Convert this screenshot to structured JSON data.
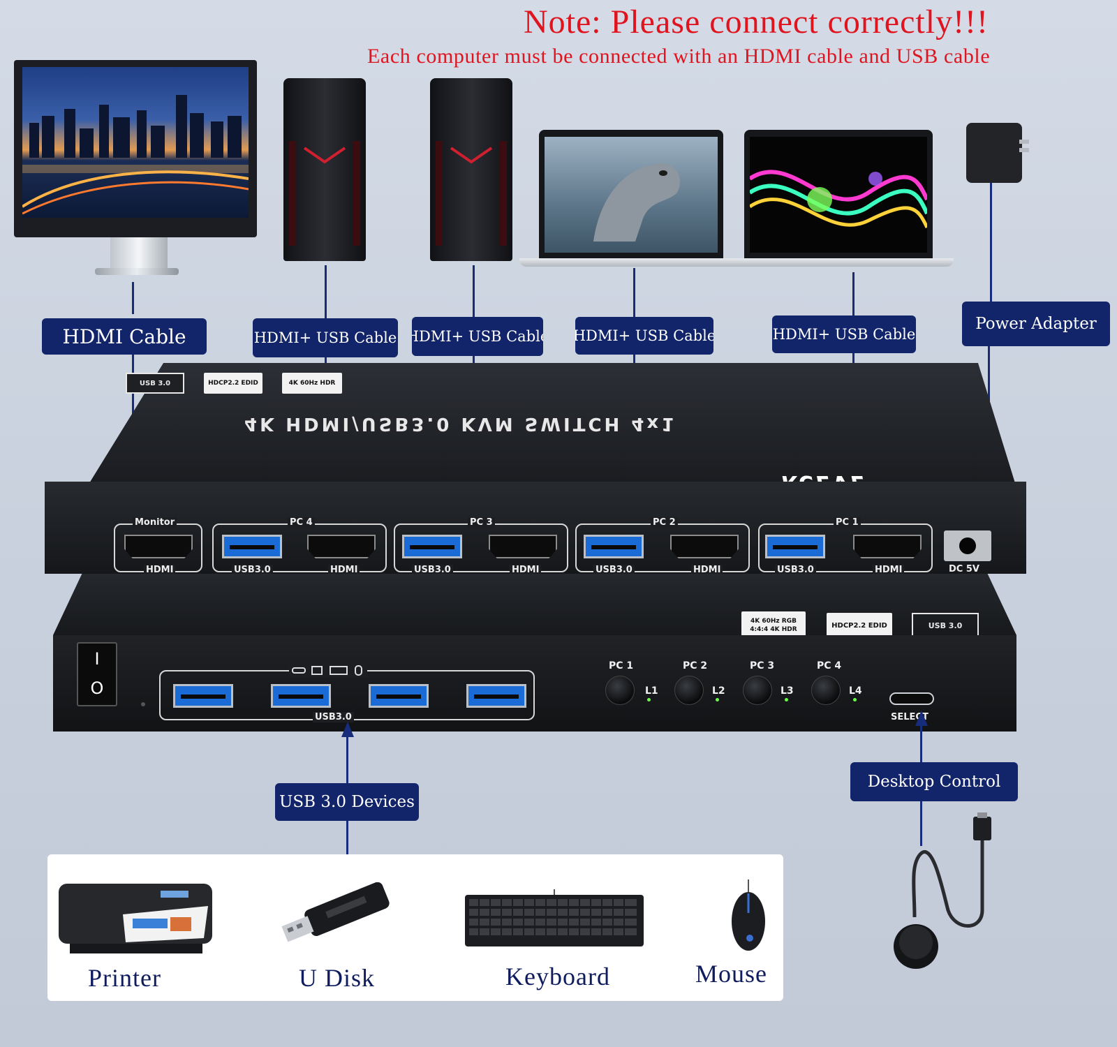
{
  "header": {
    "title": "Note: Please connect correctly!!!",
    "subtitle": "Each computer must be connected with an HDMI cable and USB cable"
  },
  "labels": {
    "hdmi_cable": "HDMI Cable",
    "pc4_cable": "HDMI+ USB Cable",
    "pc3_cable": "HDMI+ USB Cable",
    "pc2_cable": "HDMI+ USB Cable",
    "pc1_cable": "HDMI+ USB Cable",
    "power_adapter": "Power Adapter",
    "usb_devices": "USB 3.0 Devices",
    "desktop_control": "Desktop Control"
  },
  "device": {
    "title": "4K HDMI/USB3.0 KVM SWITCH 4x1",
    "brand": "KCEVE",
    "top_badges": [
      "USB 3.0",
      "HDCP2.2 EDID",
      "4K 60Hz HDR"
    ],
    "back_ports": {
      "monitor_title": "Monitor",
      "monitor_port": "HDMI",
      "groups": [
        {
          "title": "PC 4",
          "usb": "USB3.0",
          "hdmi": "HDMI"
        },
        {
          "title": "PC 3",
          "usb": "USB3.0",
          "hdmi": "HDMI"
        },
        {
          "title": "PC 2",
          "usb": "USB3.0",
          "hdmi": "HDMI"
        },
        {
          "title": "PC 1",
          "usb": "USB3.0",
          "hdmi": "HDMI"
        }
      ],
      "dc": "DC 5V"
    },
    "front": {
      "switch_on": "I",
      "switch_off": "O",
      "usb_group": "USB3.0",
      "badges": [
        "4K 60Hz RGB 4:4:4 4K HDR",
        "HDCP2.2 EDID",
        "USB 3.0"
      ],
      "buttons": [
        {
          "label": "PC 1",
          "led": "L1"
        },
        {
          "label": "PC 2",
          "led": "L2"
        },
        {
          "label": "PC 3",
          "led": "L3"
        },
        {
          "label": "PC 4",
          "led": "L4"
        }
      ],
      "select": "SELECT"
    }
  },
  "peripherals": [
    "Printer",
    "U Disk",
    "Keyboard",
    "Mouse"
  ],
  "colors": {
    "note_red": "#e0141e",
    "label_navy": "#12246a",
    "peripheral_text": "#0f1d5e",
    "usb_blue": "#1b6bd6"
  }
}
